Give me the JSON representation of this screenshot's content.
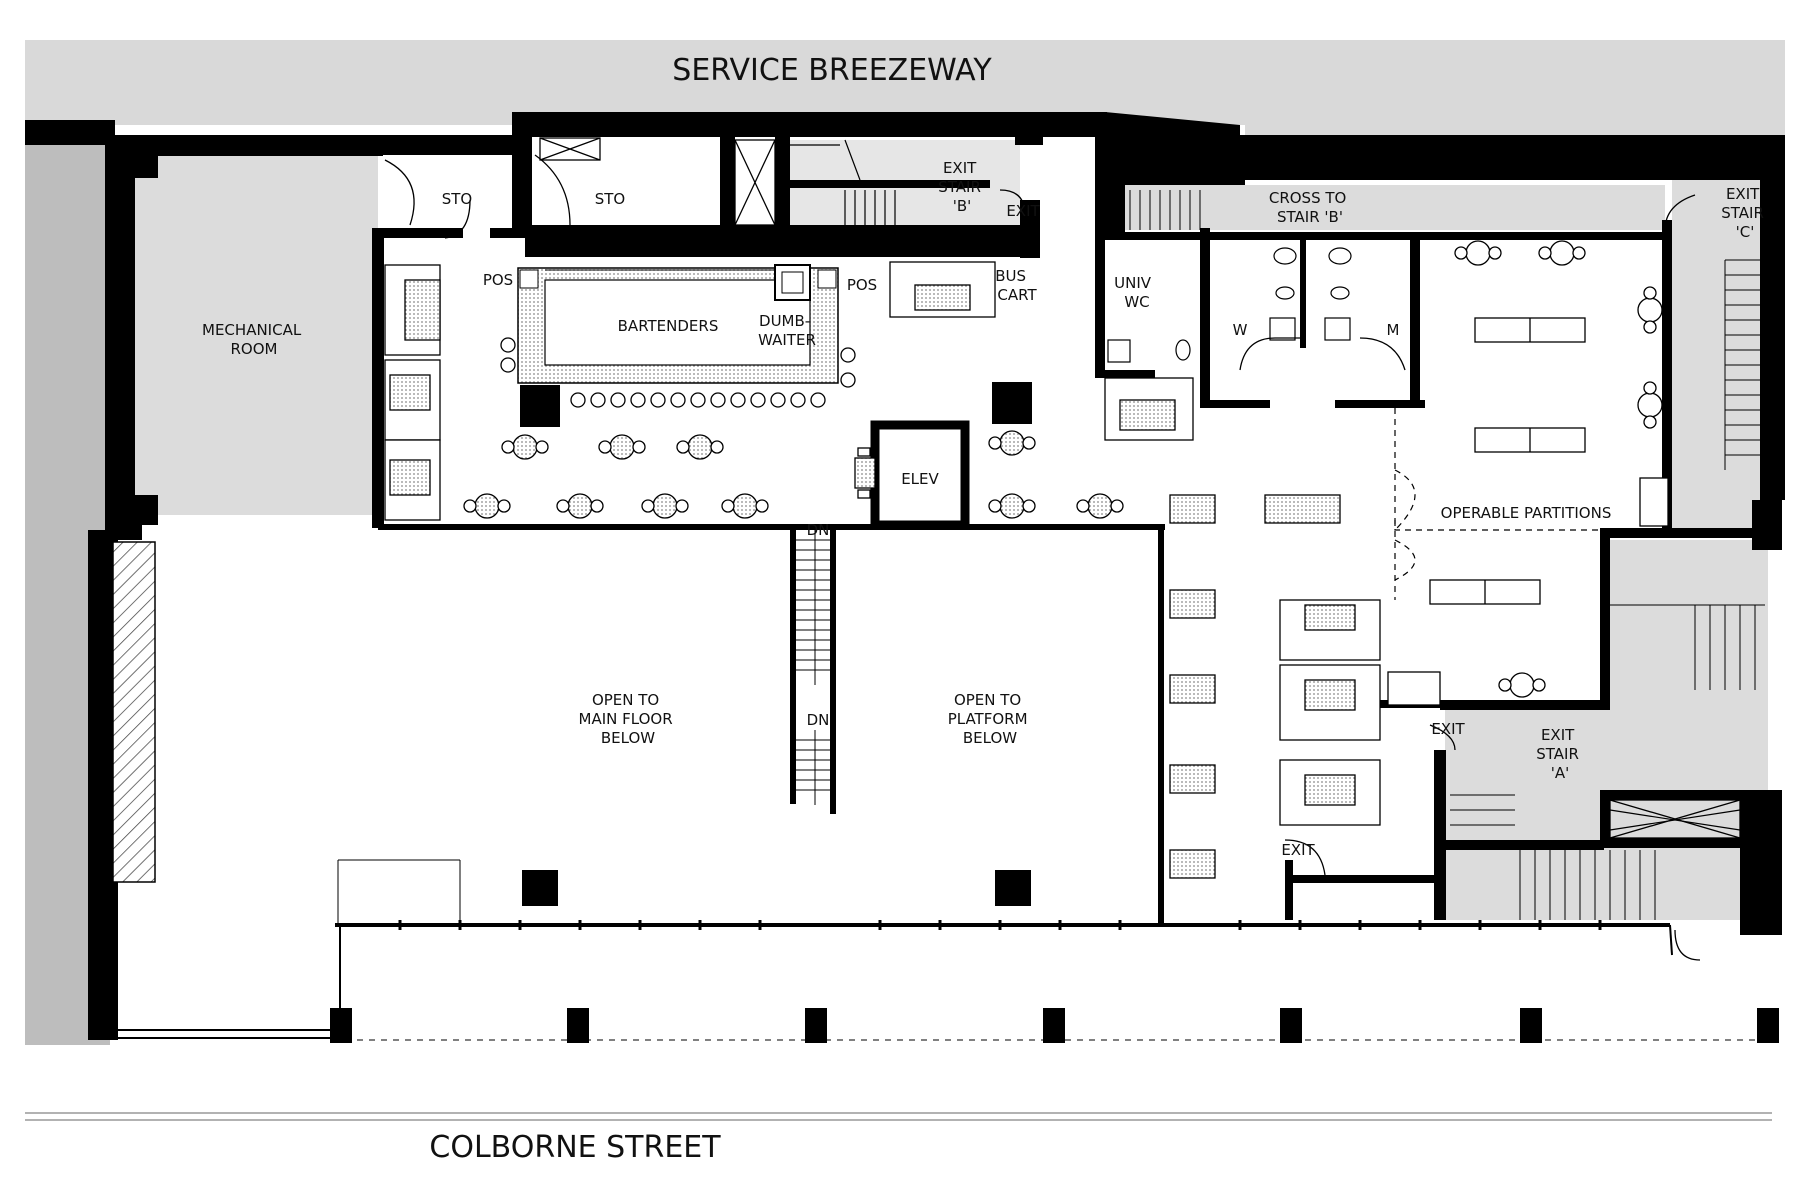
{
  "streets": {
    "top": "SERVICE BREEZEWAY",
    "bottom": "COLBORNE STREET"
  },
  "rooms": {
    "mechanical": [
      "MECHANICAL",
      "ROOM"
    ],
    "sto_1": "STO",
    "sto_2": "STO",
    "exit_stair_b": [
      "EXIT",
      "STAIR",
      "'B'"
    ],
    "exit_b_door": "EXIT",
    "cross_to_stair_b": [
      "CROSS TO",
      "STAIR 'B'"
    ],
    "exit_stair_c": [
      "EXIT",
      "STAIR",
      "'C'"
    ],
    "pos_left": "POS",
    "pos_right": "POS",
    "bartenders": "BARTENDERS",
    "dumbwaiter": [
      "DUMB-",
      "WAITER"
    ],
    "bus_cart": [
      "BUS",
      "CART"
    ],
    "univ_wc": [
      "UNIV",
      "WC"
    ],
    "w": "W",
    "m": "M",
    "elev": "ELEV",
    "operable_partitions": "OPERABLE PARTITIONS",
    "dn_upper": "DN",
    "dn_lower": "DN",
    "open_main": [
      "OPEN TO",
      "MAIN FLOOR",
      "BELOW"
    ],
    "open_platform": [
      "OPEN TO",
      "PLATFORM",
      "BELOW"
    ],
    "exit_a_door": "EXIT",
    "exit_stair_a": [
      "EXIT",
      "STAIR",
      "'A'"
    ],
    "exit_bottom_door": "EXIT"
  },
  "colors": {
    "wall": "#000000",
    "service_gray": "#d9d9d9",
    "stair_gray": "#dddddd",
    "street_line": "#999999"
  }
}
